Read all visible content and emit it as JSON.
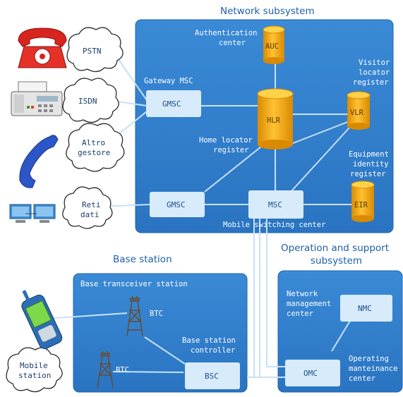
{
  "colors": {
    "panel": "#2e7fcf",
    "panel_edge": "#1f63b0",
    "node": "#d8ebfa",
    "line": "#c7e1f7",
    "cylinder": "#f2a40a",
    "cylinder_top": "#ffd24a",
    "header": "#1e5fa8"
  },
  "headers": {
    "network": "Network subsystem",
    "base": "Base station",
    "ops_line1": "Operation and support",
    "ops_line2": "subsystem"
  },
  "network": {
    "auth_line1": "Authentication",
    "auth_line2": "center",
    "gateway_label": "Gateway MSC",
    "visitor_line1": "Visitor",
    "visitor_line2": "locator",
    "visitor_line3": "register",
    "home_line1": "Home locator",
    "home_line2": "register",
    "equip_line1": "Equipment",
    "equip_line2": "identity",
    "equip_line3": "register",
    "msc_caption": "Mobile switching center",
    "nodes": {
      "auc": "AUC",
      "gmsc_top": "GMSC",
      "hlr": "HLR",
      "vlr": "VLR",
      "gmsc_bottom": "GMSC",
      "msc": "MSC",
      "eir": "EIR"
    }
  },
  "external": {
    "pstn": "PSTN",
    "isdn": "ISDN",
    "altro_line1": "Altro",
    "altro_line2": "gestore",
    "reti_line1": "Reti",
    "reti_line2": "dati",
    "mobile_line1": "Mobile",
    "mobile_line2": "station"
  },
  "base": {
    "bts_caption": "Base transceiver station",
    "btc_top": "BTC",
    "btc_bottom": "BTC",
    "bsc_line1": "Base station",
    "bsc_line2": "controller",
    "bsc_node": "BSC"
  },
  "ops": {
    "nm_line1": "Network",
    "nm_line2": "management",
    "nm_line3": "center",
    "nmc_node": "NMC",
    "omc_node": "OMC",
    "om_line1": "Operating",
    "om_line2": "manteinance",
    "om_line3": "center"
  },
  "icons": [
    "red-telephone-icon",
    "fax-machine-icon",
    "handset-icon",
    "computers-icon",
    "mobile-phone-icon",
    "antenna-tower-icon"
  ]
}
